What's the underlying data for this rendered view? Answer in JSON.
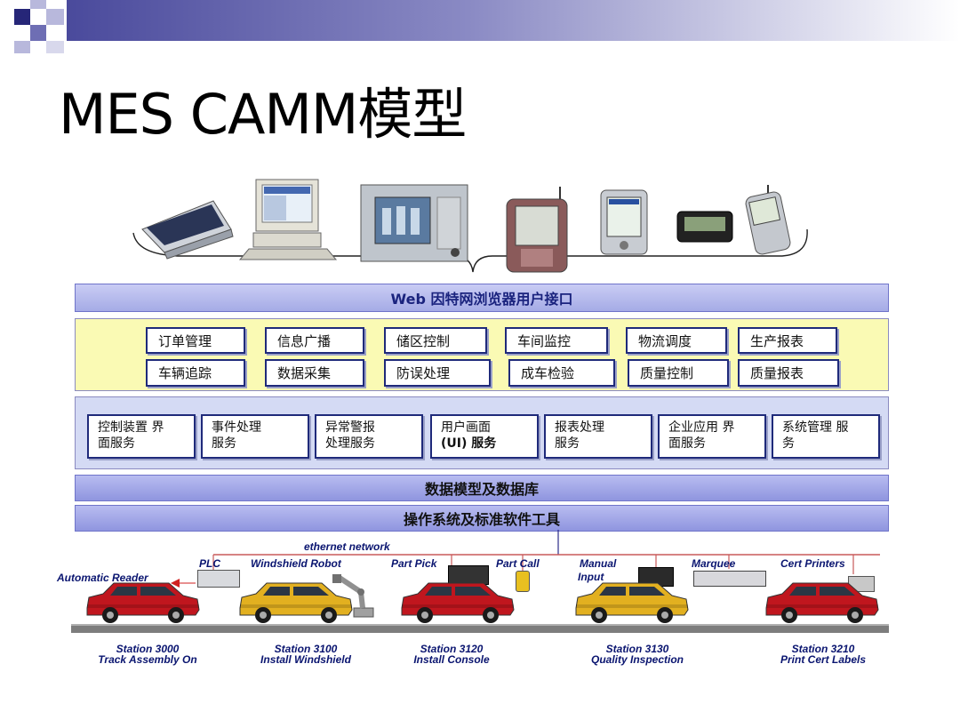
{
  "slide": {
    "title": "MES CAMM模型"
  },
  "layers": {
    "web": "Web 因特网浏览器用户接口",
    "database": "数据模型及数据库",
    "os": "操作系统及标准软件工具"
  },
  "modules": [
    "订单管理",
    "信息广播",
    "储区控制",
    "车间监控",
    "物流调度",
    "生产报表",
    "车辆追踪",
    "数据采集",
    "防误处理",
    "成车检验",
    "质量控制",
    "质量报表"
  ],
  "services": [
    {
      "line1": "控制装置 界",
      "line2": "面服务"
    },
    {
      "line1": "事件处理",
      "line2": "服务"
    },
    {
      "line1": "异常警报",
      "line2": "处理服务"
    },
    {
      "line1": "用户画面",
      "line2": "(UI) 服务"
    },
    {
      "line1": "报表处理",
      "line2": "服务"
    },
    {
      "line1": "企业应用 界",
      "line2": "面服务"
    },
    {
      "line1": "系统管理 服",
      "line2": "务"
    }
  ],
  "devices": [
    "scanner-icon",
    "desktop-pc-icon",
    "touch-panel-icon",
    "rugged-handheld-icon",
    "pda-icon",
    "pager-icon",
    "mobile-phone-icon"
  ],
  "shopfloor": {
    "network": "ethernet network",
    "equipment": {
      "automatic_reader": "Automatic Reader",
      "plc": "PLC",
      "windshield_robot": "Windshield Robot",
      "part_pick": "Part Pick",
      "part_call": "Part Call",
      "manual_input_1": "Manual",
      "manual_input_2": "Input",
      "marquee": "Marquee",
      "cert_printers": "Cert Printers"
    },
    "stations": [
      {
        "id": "Station 3000",
        "task": "Track Assembly On",
        "color": "#c0161e"
      },
      {
        "id": "Station 3100",
        "task": "Install Windshield",
        "color": "#e2b020"
      },
      {
        "id": "Station 3120",
        "task": "Install Console",
        "color": "#c0161e"
      },
      {
        "id": "Station 3130",
        "task": "Quality Inspection",
        "color": "#e2b020"
      },
      {
        "id": "Station 3210",
        "task": "Print Cert Labels",
        "color": "#c0161e"
      }
    ]
  }
}
